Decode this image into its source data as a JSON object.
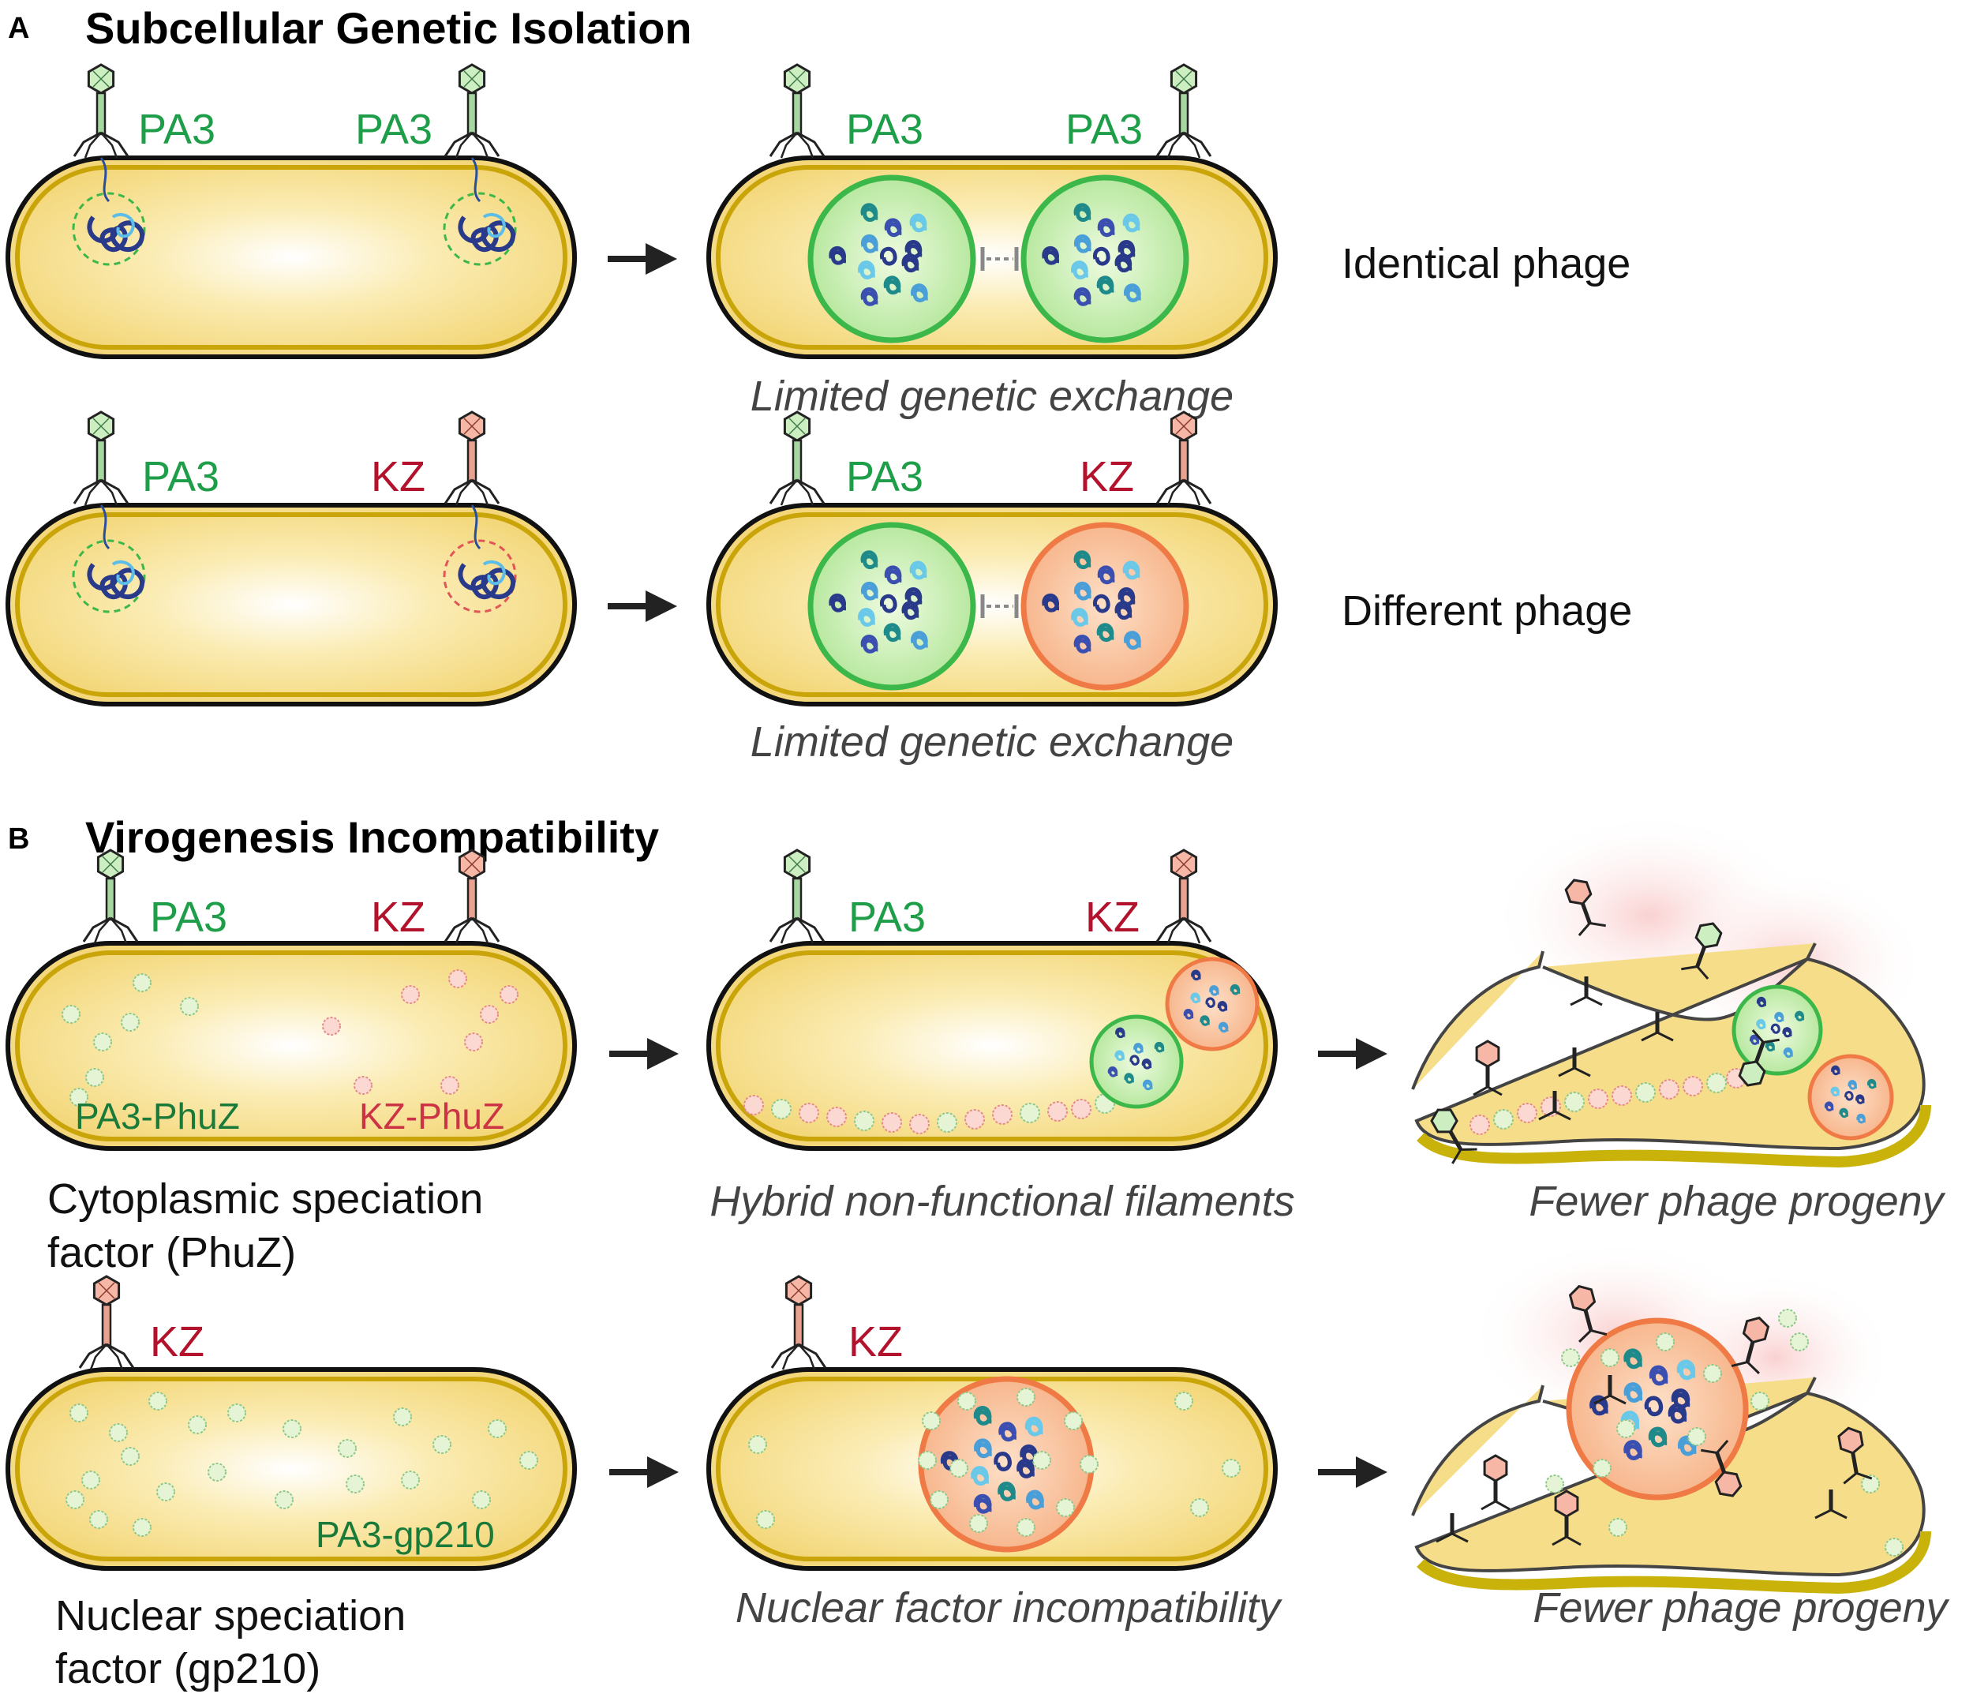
{
  "panel_a": {
    "letter": "A",
    "title": "Subcellular Genetic Isolation",
    "row1": {
      "phage_left": "PA3",
      "phage_right": "PA3",
      "phage_left_b": "PA3",
      "phage_right_b": "PA3",
      "caption": "Limited genetic exchange",
      "outcome": "Identical phage"
    },
    "row2": {
      "phage_left": "PA3",
      "phage_right": "KZ",
      "phage_left_b": "PA3",
      "phage_right_b": "KZ",
      "caption": "Limited genetic exchange",
      "outcome": "Different phage"
    }
  },
  "panel_b": {
    "letter": "B",
    "title": "Virogenesis Incompatibility",
    "row1": {
      "phage_left": "PA3",
      "phage_right": "KZ",
      "phage_left_b": "PA3",
      "phage_right_b": "KZ",
      "protein_left": "PA3-PhuZ",
      "protein_right": "KZ-PhuZ",
      "factor_line1": "Cytoplasmic speciation",
      "factor_line2": "factor (PhuZ)",
      "caption_mid": "Hybrid non-functional filaments",
      "caption_right": "Fewer phage progeny"
    },
    "row2": {
      "phage": "KZ",
      "phage_b": "KZ",
      "protein": "PA3-gp210",
      "factor_line1": "Nuclear speciation",
      "factor_line2": "factor (gp210)",
      "caption_mid": "Nuclear factor incompatibility",
      "caption_right": "Fewer phage progeny"
    }
  },
  "colors": {
    "cell_fill": "#f6dd8a",
    "cell_edge": "#c9a50a",
    "pa3_green": "#1e9e48",
    "kz_red": "#b3122c",
    "nucleus_green": "#3cb84a",
    "nucleus_orange": "#f07a45"
  }
}
